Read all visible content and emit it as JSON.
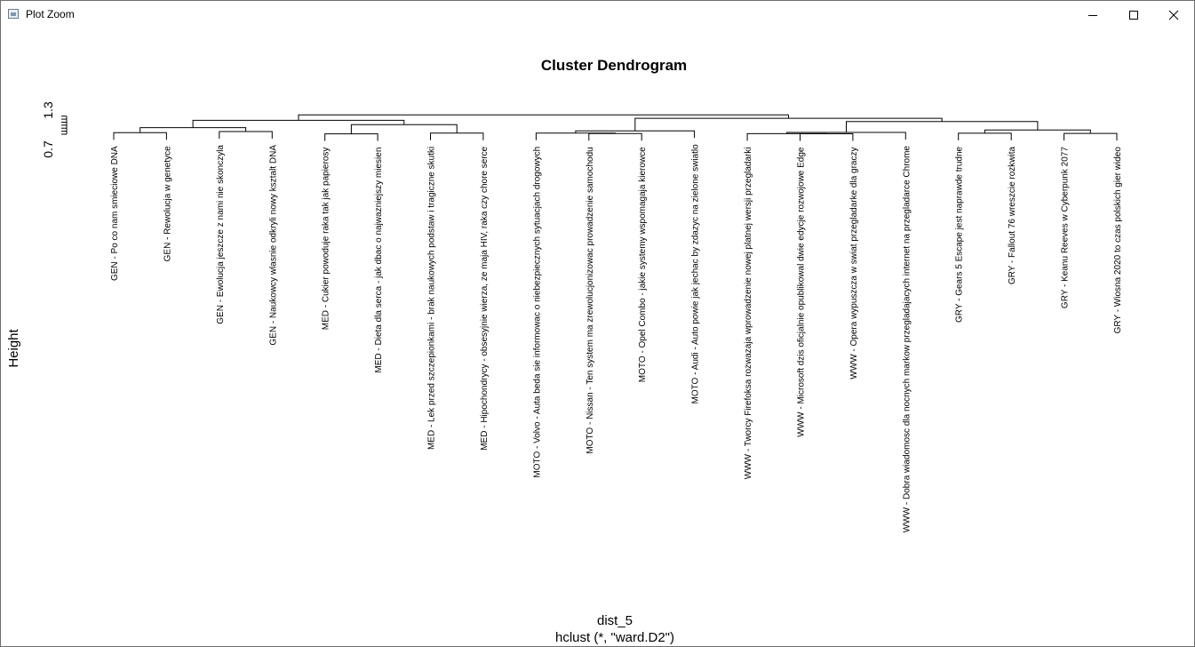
{
  "window": {
    "title": "Plot Zoom",
    "controls": {
      "minimize": "minimize-icon",
      "maximize": "maximize-icon",
      "close": "close-icon"
    }
  },
  "chart_data": {
    "type": "dendrogram",
    "title": "Cluster Dendrogram",
    "xlabel": "dist_5",
    "sub": "hclust (*, \"ward.D2\")",
    "ylabel": "Height",
    "yticks": [
      0.7,
      1.3
    ],
    "ylim": [
      0.7,
      1.35
    ],
    "leaves": [
      "MED - Hipochondrycy - obsesyjnie wierza, ze maja HIV, raka czy chore serce",
      "MED - Lek przed szczepionkami - brak naukowych podstaw i tragiczne skutki",
      "MED - Cukier powoduje raka tak jak papierosy",
      "MED - Dieta dla serca - jak dbac o najwazniejszy miesien",
      "GEN - Ewolucja jeszcze z nami nie skonczyla",
      "GEN - Naukowcy wlasnie odkryli nowy ksztalt DNA",
      "GEN - Po co nam smieciowe DNA",
      "GEN - Rewolucja w genetyce",
      "MOTO - Audi - Auto powie jak jechac by zdazyc na zielone swiatlo",
      "MOTO - Volvo - Auta beda sie informowac o niebezpiecznych sytuacjach drogowych",
      "MOTO - Nissan - Ten system ma zrewolucjonizowac prowadzenie samochodu",
      "MOTO - Opel Combo - jakie systemy wspomagaja kierowce",
      "WWW - Dobra wiadomosc dla nocnych markow przegladajacych internet na przegladarce Chrome",
      "WWW - Tworcy Firefoksa rozwazaja wprowadzenie nowej platnej wersji przegladarki",
      "WWW - Microsoft dzis oficjalnie opublikowal dwie edycje rozwojowe Edge",
      "WWW - Opera wypuszcza w swiat przegladarke dla graczy",
      "GRY - Fallout 76 wreszcie rozkwita",
      "GRY - Gears 5 Escape jest naprawde trudne",
      "GRY - Keanu Reeves w Cyberpunk 2077",
      "GRY - Wiosna 2020 to czas polskich gier wideo"
    ],
    "merges": [
      [
        -3,
        -4,
        0.711
      ],
      [
        -15,
        -16,
        0.715
      ],
      [
        -14,
        2,
        0.719
      ],
      [
        -11,
        -12,
        0.722
      ],
      [
        -19,
        -20,
        0.728
      ],
      [
        -18,
        -17,
        0.732
      ],
      [
        -2,
        -1,
        0.734
      ],
      [
        -10,
        4,
        0.736
      ],
      [
        -7,
        -8,
        0.75
      ],
      [
        3,
        -13,
        0.76
      ],
      [
        -5,
        -6,
        0.79
      ],
      [
        8,
        -9,
        0.808
      ],
      [
        6,
        5,
        0.84
      ],
      [
        9,
        11,
        0.92
      ],
      [
        1,
        7,
        1.02
      ],
      [
        10,
        13,
        1.12
      ],
      [
        14,
        15,
        1.16
      ],
      [
        12,
        16,
        1.23
      ],
      [
        17,
        18,
        1.345
      ]
    ]
  }
}
